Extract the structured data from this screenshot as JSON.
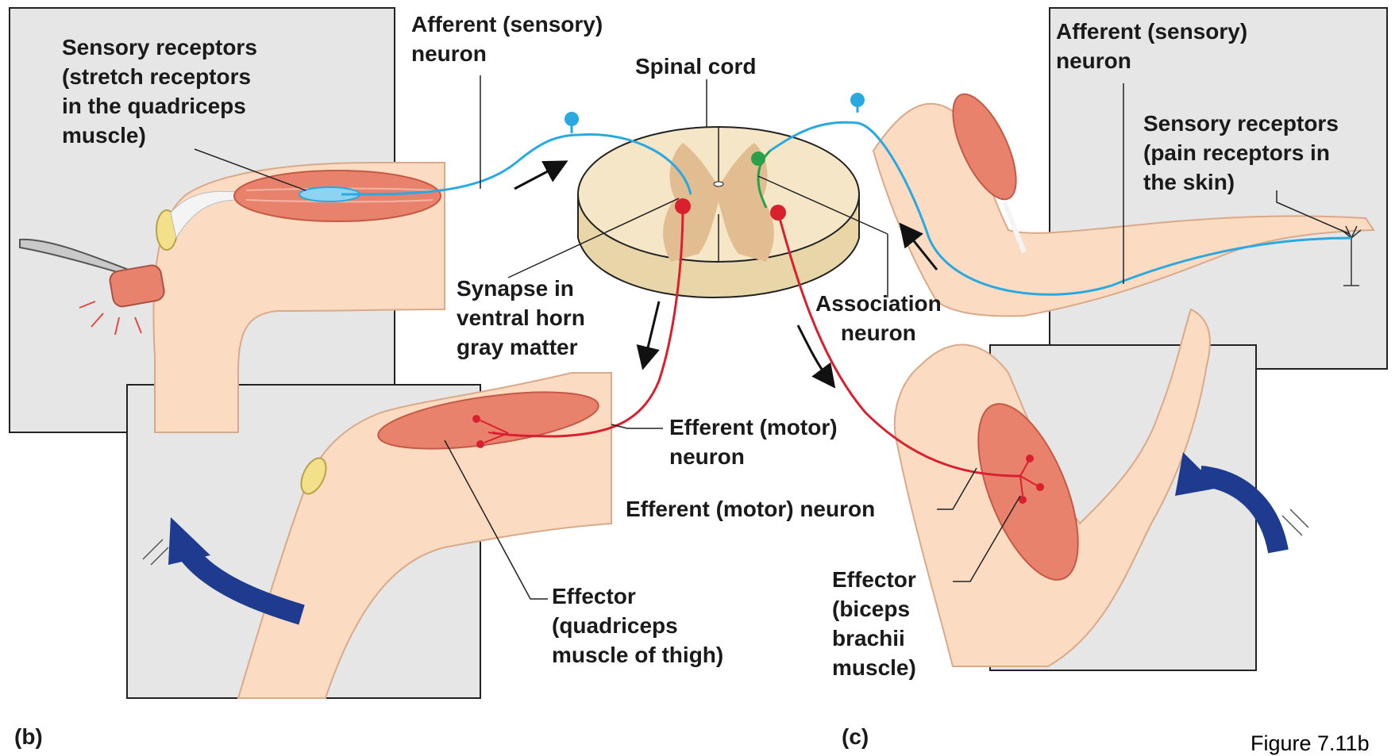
{
  "labels": {
    "afferent_b": "Afferent (sensory)\nneuron",
    "sensory_receptors_b": "Sensory receptors\n(stretch receptors\nin the quadriceps\nmuscle)",
    "spinal_cord": "Spinal cord",
    "afferent_c": "Afferent (sensory)\nneuron",
    "sensory_receptors_c": "Sensory receptors\n(pain receptors in\nthe skin)",
    "synapse": "Synapse in\nventral horn\ngray matter",
    "association_neuron": "Association\nneuron",
    "efferent_b": "Efferent (motor)\nneuron",
    "efferent_c": "Efferent (motor) neuron",
    "effector_b": "Effector\n(quadriceps\nmuscle of thigh)",
    "effector_c": "Effector\n(biceps\nbrachii\nmuscle)",
    "panel_b": "(b)",
    "panel_c": "(c)",
    "figure_ref": "Figure 7.11b"
  },
  "colors": {
    "afferent": "#29a9e0",
    "efferent": "#d8202f",
    "association": "#2aa04a",
    "muscle": "#e9826c",
    "skin": "#fbdcc2",
    "panel": "#e6e6e6",
    "arrow_blue": "#1e3b8f",
    "white_matter": "#f4e6c7",
    "gray_matter": "#e2bd92"
  }
}
